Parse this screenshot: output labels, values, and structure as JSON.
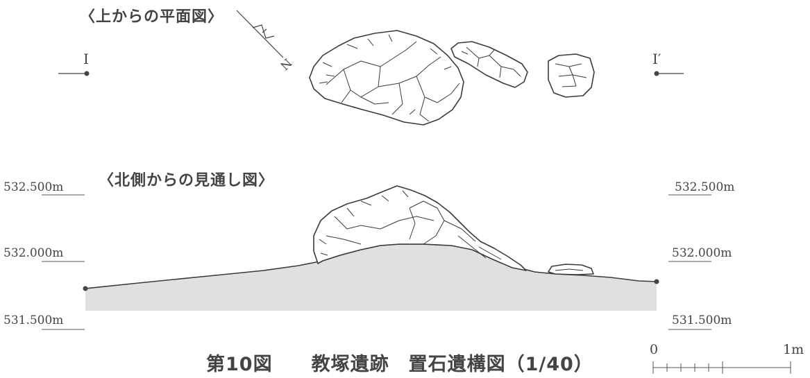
{
  "plan_view": {
    "title": "〈上からの平面図〉",
    "section_start": "I",
    "section_end": "I′",
    "north": "N"
  },
  "profile_view": {
    "title": "〈北側からの見通し図〉",
    "elevations_left": [
      "532.500m",
      "532.000m",
      "531.500m"
    ],
    "elevations_right": [
      "532.500m",
      "532.000m",
      "531.500m"
    ]
  },
  "caption": "第10図　　教塚遺跡　置石遺構図（1/40）",
  "scale": {
    "min_label": "0",
    "max_label": "1m"
  },
  "colors": {
    "ground_fill": "#e0e0e0",
    "line": "#3a3a3a"
  }
}
